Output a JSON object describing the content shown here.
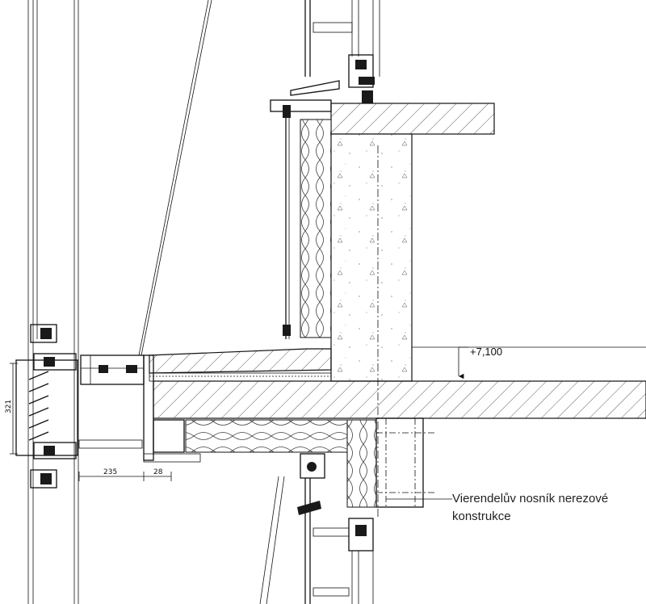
{
  "drawing": {
    "level_mark": "+7,100",
    "dimensions": {
      "vertical_height": "321",
      "horizontal_left": "235",
      "horizontal_right": "28"
    },
    "annotation": {
      "line1": "Vierendelův nosník nerezové",
      "line2": "konstrukce"
    }
  }
}
